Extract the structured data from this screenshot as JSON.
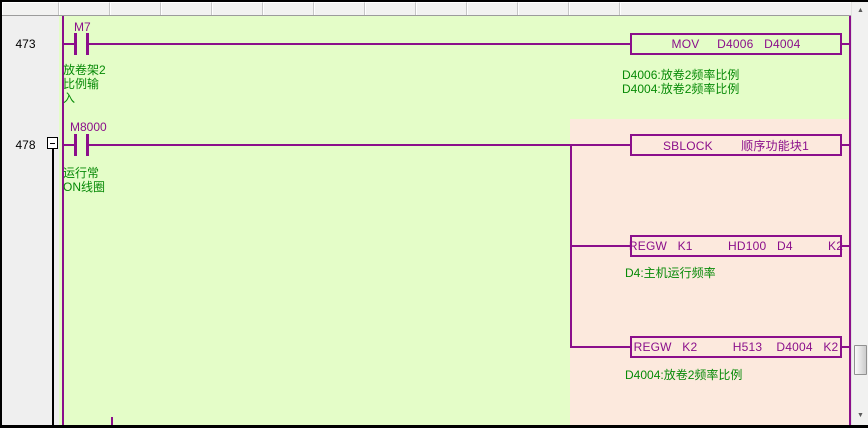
{
  "colors": {
    "ladder_bg": "#e4fdc8",
    "function_block_bg": "#fce9dd",
    "wire_and_device_text": "#8b0f8b",
    "comment_text": "#078a07",
    "rung_number_text": "#000000",
    "gutter_bg": "#efefef",
    "header_bg": "#f2f2f1"
  },
  "rungs": [
    {
      "number": "473",
      "contact_label": "M7",
      "contact_comment": "放卷架2\n比例输\n入",
      "instruction": "MOV     D4006   D4004",
      "instruction_comment": "D4006:放卷2频率比例\nD4004:放卷2频率比例"
    },
    {
      "number": "478",
      "contact_label": "M8000",
      "contact_comment": "运行常\nON线圈",
      "block_instructions": [
        {
          "text": "SBLOCK        顺序功能块1",
          "comment": ""
        },
        {
          "text": "REGW   K1          HD100   D4          K2",
          "comment": "D4:主机运行频率"
        },
        {
          "text": "REGW   K2          H513    D4004   K2",
          "comment": "D4004:放卷2频率比例"
        }
      ]
    }
  ],
  "scrollbar": {
    "up_arrow": "▲",
    "down_arrow": "▼"
  }
}
